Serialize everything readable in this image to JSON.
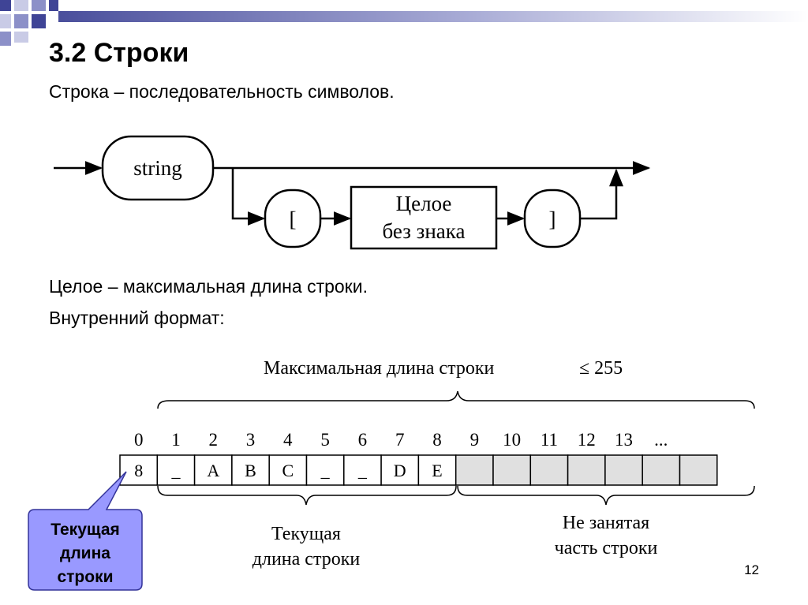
{
  "slide": {
    "title": "3.2 Строки",
    "line1": "Строка – последовательность символов.",
    "line2": "Целое – максимальная длина строки.",
    "line3": "Внутренний формат:",
    "page_number": "12"
  },
  "syntax_diagram": {
    "string_label": "string",
    "open_bracket": "[",
    "box_line1": "Целое",
    "box_line2": "без знака",
    "close_bracket": "]"
  },
  "memory_layout": {
    "top_label": "Максимальная длина строки",
    "top_label_op": "≤ 255",
    "indices": [
      "0",
      "1",
      "2",
      "3",
      "4",
      "5",
      "6",
      "7",
      "8",
      "9",
      "10",
      "11",
      "12",
      "13",
      "..."
    ],
    "cells": [
      "8",
      "_",
      "A",
      "B",
      "C",
      "_",
      "_",
      "D",
      "E",
      "",
      "",
      "",
      "",
      "",
      "",
      ""
    ],
    "current_label_line1": "Текущая",
    "current_label_line2": "длина строки",
    "unused_label_line1": "Не занятая",
    "unused_label_line2": "часть строки",
    "callout_line1": "Текущая",
    "callout_line2": "длина",
    "callout_line3": "строки"
  },
  "colors": {
    "callout_fill": "#9999ff",
    "callout_stroke": "#333399",
    "unused_cell_fill": "#e0e0e0",
    "corner_blue": "#8c90c8"
  }
}
